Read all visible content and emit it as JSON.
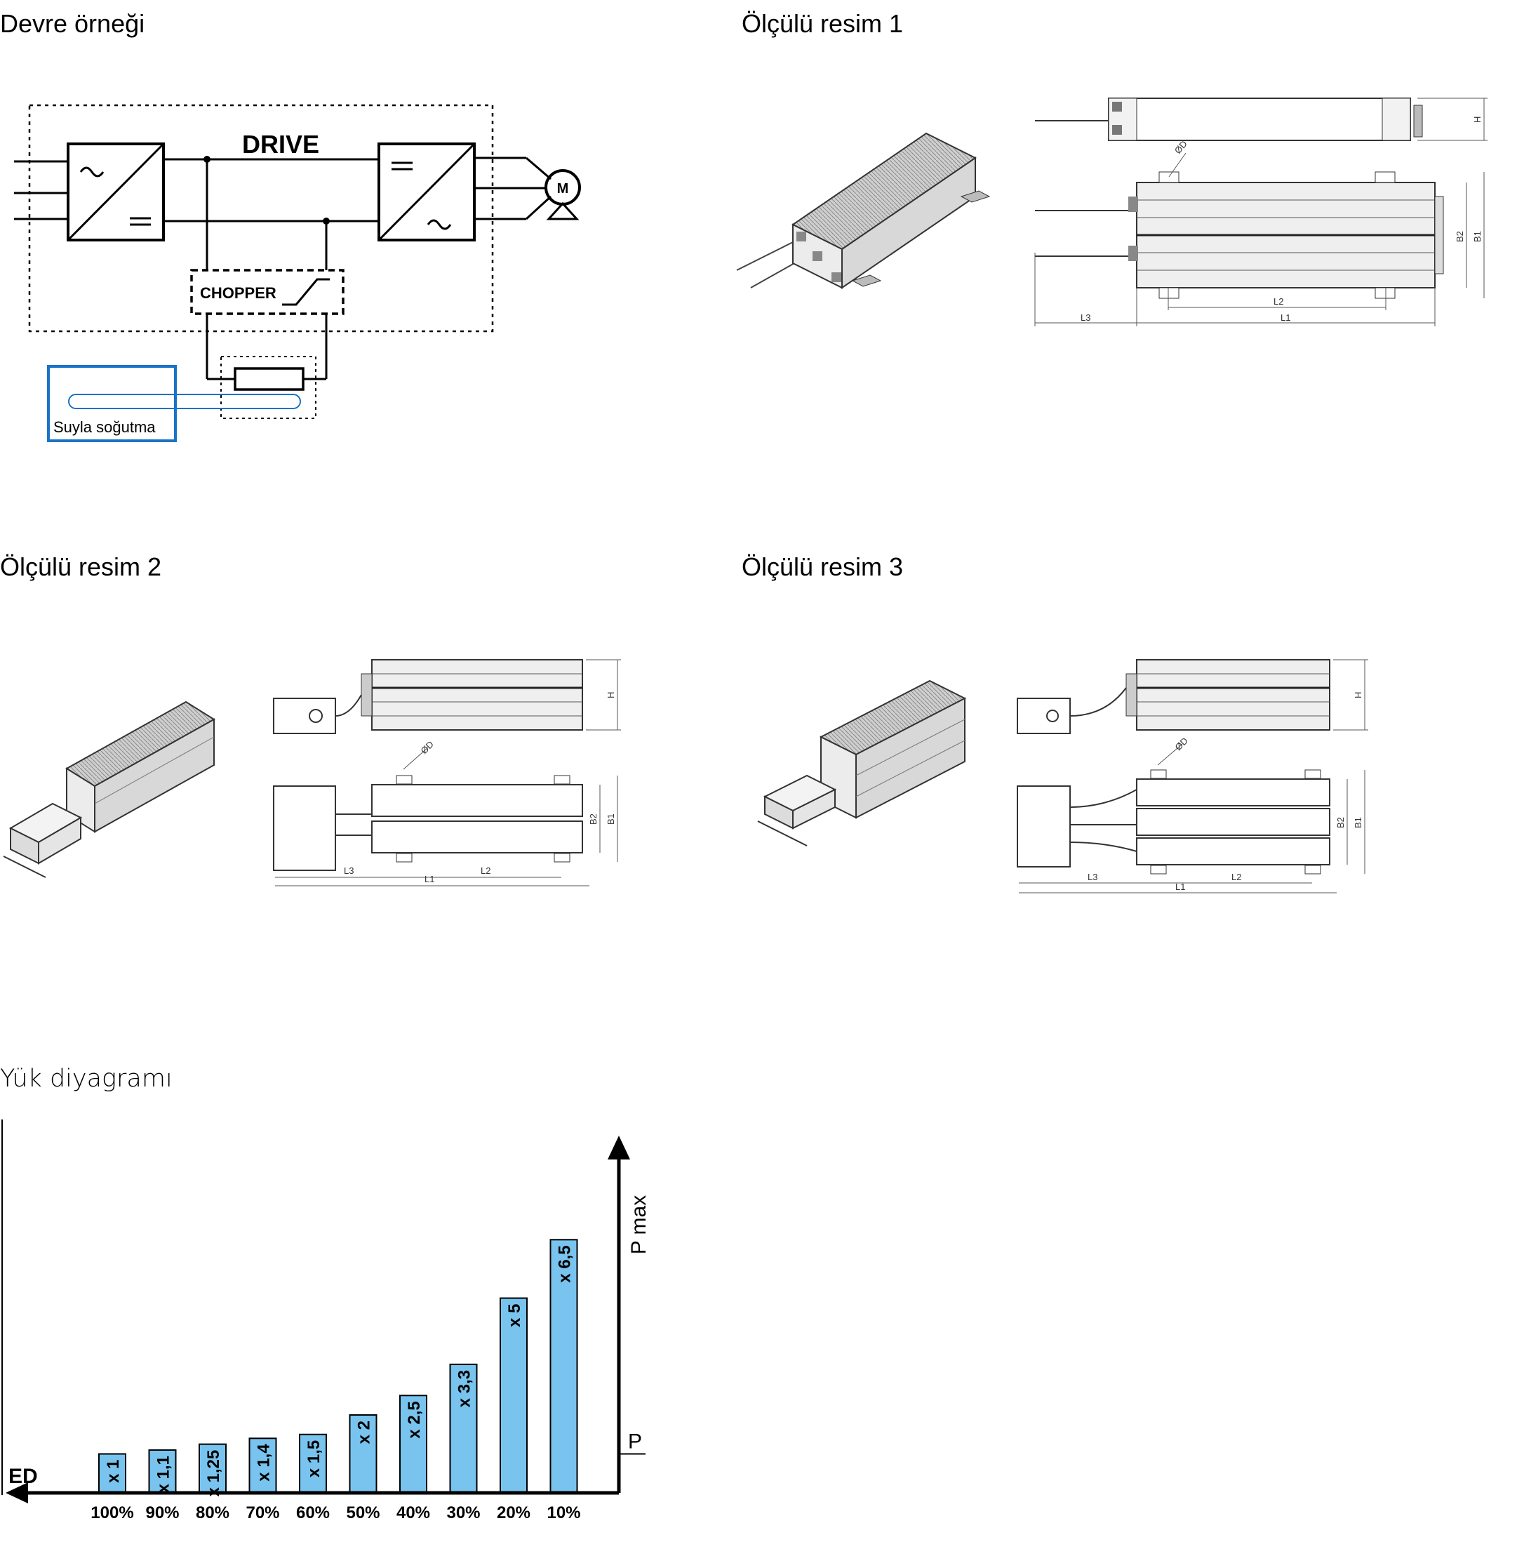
{
  "headings": {
    "circuit": "Devre örneği",
    "dim1": "Ölçülü resim 1",
    "dim2": "Ölçülü resim 2",
    "dim3": "Ölçülü resim 3",
    "load": "Yük diyagramı"
  },
  "circuit": {
    "drive_label": "DRIVE",
    "chopper_label": "CHOPPER",
    "motor_label": "M",
    "cooling_label": "Suyla soğutma",
    "cooling_color": "#1a73c6"
  },
  "dimension_labels": {
    "H": "H",
    "B1": "B1",
    "B2": "B2",
    "L1": "L1",
    "L2": "L2",
    "L3": "L3",
    "D": "ØD"
  },
  "chart_data": {
    "type": "bar",
    "categories": [
      "100%",
      "90%",
      "80%",
      "70%",
      "60%",
      "50%",
      "40%",
      "30%",
      "20%",
      "10%"
    ],
    "values": [
      1,
      1.1,
      1.25,
      1.4,
      1.5,
      2,
      2.5,
      3.3,
      5,
      6.5
    ],
    "bar_labels": [
      "x 1",
      "x 1,1",
      "x 1,25",
      "x 1,4",
      "x 1,5",
      "x 2",
      "x 2,5",
      "x 3,3",
      "x 5",
      "x 6,5"
    ],
    "xlabel": "ED",
    "ylabel": "P max",
    "y_reference_label": "P",
    "ylim": [
      0,
      7
    ],
    "bar_color": "#79c4ef"
  }
}
